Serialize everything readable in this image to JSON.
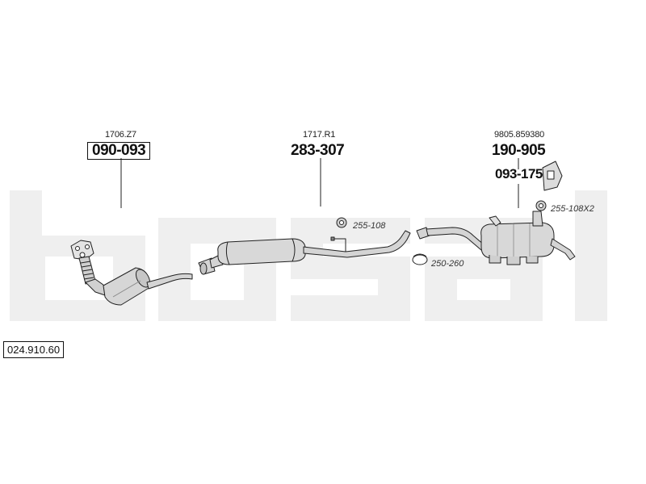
{
  "diagram": {
    "catalog_number": "024.910.60",
    "watermark_text": "bosal",
    "parts": [
      {
        "id": "front",
        "ref": "1706.Z7",
        "number": "090-093",
        "boxed": true
      },
      {
        "id": "middle",
        "ref": "1717.R1",
        "number": "283-307",
        "boxed": false
      },
      {
        "id": "rear",
        "ref": "9805.859380",
        "number": "190-905",
        "boxed": false
      },
      {
        "id": "mount",
        "ref": "",
        "number": "093-175",
        "boxed": false
      }
    ],
    "accessories": [
      {
        "id": "clamp-1",
        "label": "255-108"
      },
      {
        "id": "ring",
        "label": "250-260"
      },
      {
        "id": "clamp-2",
        "label": "255-108X2"
      }
    ],
    "colors": {
      "watermark": "#eeeeee",
      "line": "#222222",
      "part_fill": "#d8d8d8"
    }
  }
}
